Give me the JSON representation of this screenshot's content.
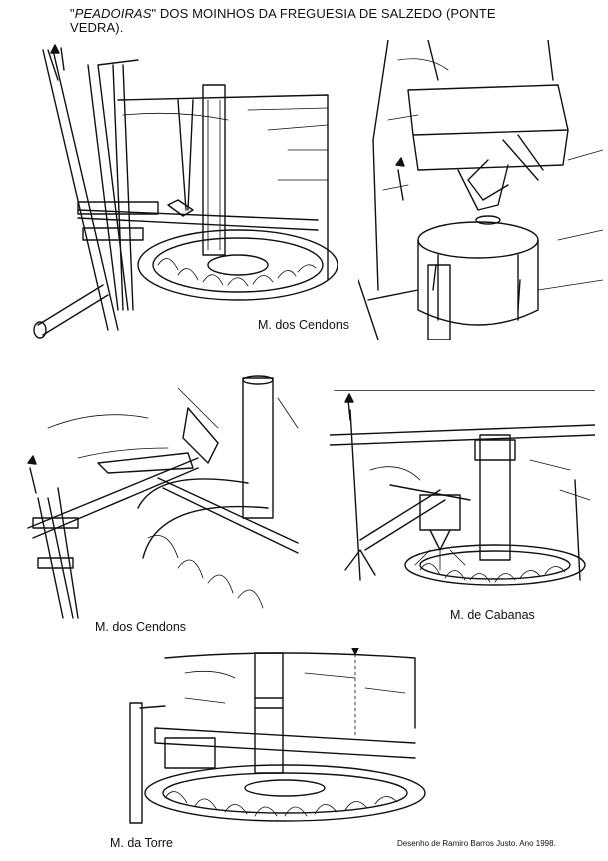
{
  "title": {
    "quote_open": "\"",
    "italic": "PEADOIRAS",
    "rest": "\" DOS MOINHOS DA FREGUESIA DE SALZEDO (PONTE VEDRA)."
  },
  "captions": [
    "M. dos Cendons",
    "M. dos Cendons",
    "M. de Cabanas",
    "M. da Torre"
  ],
  "credit": "Desenho de Ramiro Barros Justo. Ano 1998."
}
